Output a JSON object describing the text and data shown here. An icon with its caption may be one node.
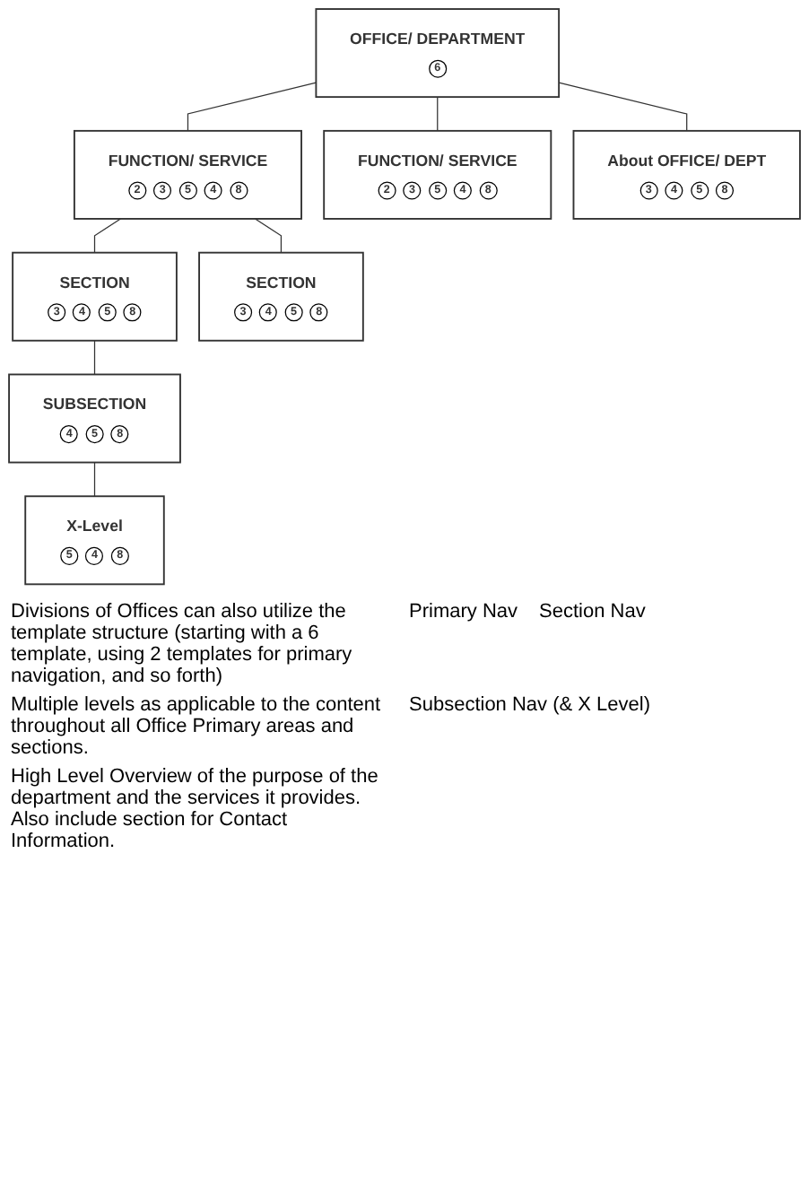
{
  "diagram": {
    "nodes": [
      {
        "text": [
          "OFFICE/ DEPARTMENT",
          "6"
        ]
      },
      {
        "text": [
          "FUNCTION/ SERVICE",
          "2",
          "3",
          "5",
          "4",
          "8"
        ]
      },
      {
        "text": [
          "SECTION",
          "3",
          "4",
          "5",
          "8"
        ]
      },
      {
        "text": [
          "SUBSECTION",
          "4",
          "5",
          "8"
        ]
      },
      {
        "text": [
          "X-Level",
          "5",
          "4",
          "8"
        ]
      },
      {
        "text": [
          "SECTION",
          "3",
          "4",
          "5",
          "8"
        ]
      },
      {
        "text": [
          "FUNCTION/ SERVICE",
          "2",
          "3",
          "5",
          "4",
          "8"
        ]
      },
      {
        "text": [
          "About OFFICE/ DEPT",
          "3",
          "4",
          "5",
          "8"
        ]
      }
    ],
    "edges": [
      {
        "from": 0,
        "to": 1,
        "arrow": "none"
      },
      {
        "from": 1,
        "to": 2,
        "arrow": "none"
      },
      {
        "from": 2,
        "to": 3,
        "arrow": "none"
      },
      {
        "from": 3,
        "to": 4,
        "arrow": "none"
      },
      {
        "from": 1,
        "to": 5,
        "arrow": "none"
      },
      {
        "from": 0,
        "to": 6,
        "arrow": "none"
      },
      {
        "from": 0,
        "to": 7,
        "arrow": "none"
      }
    ],
    "labels": [
      "Divisions of Offices can also utilize the template structure (starting with a 6 template, using 2 templates for primary navigation, and so forth)",
      "Primary Nav",
      "Section Nav",
      "Multiple levels as applicable to the content throughout all Office Primary areas and sections.",
      "Subsection Nav (& X Level)",
      "High Level Overview of the purpose of the department and the services it provides. Also include section for Contact Information."
    ]
  }
}
